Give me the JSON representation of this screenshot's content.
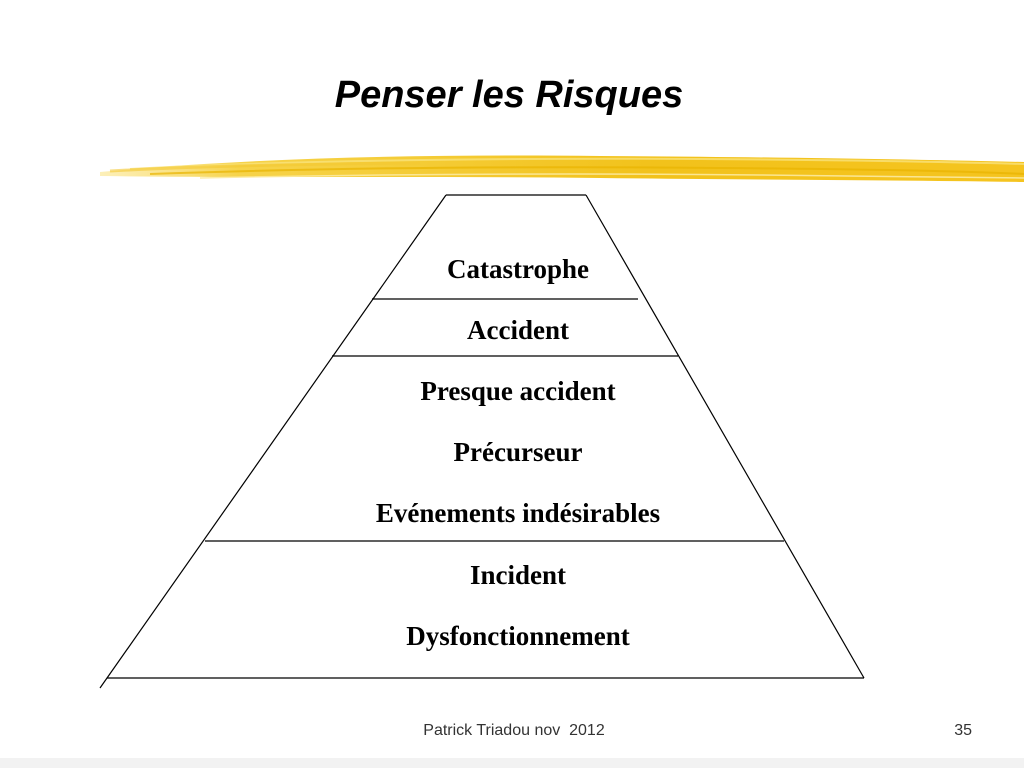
{
  "slide": {
    "title": "Penser les Risques",
    "accent_color": "#F2C21B",
    "levels": [
      "Catastrophe",
      "Accident",
      "Presque accident",
      "Précurseur",
      "Evénements indésirables",
      "Incident",
      "Dysfonctionnement"
    ],
    "footer": {
      "author": "Patrick Triadou nov  2012",
      "page_number": "35"
    }
  }
}
